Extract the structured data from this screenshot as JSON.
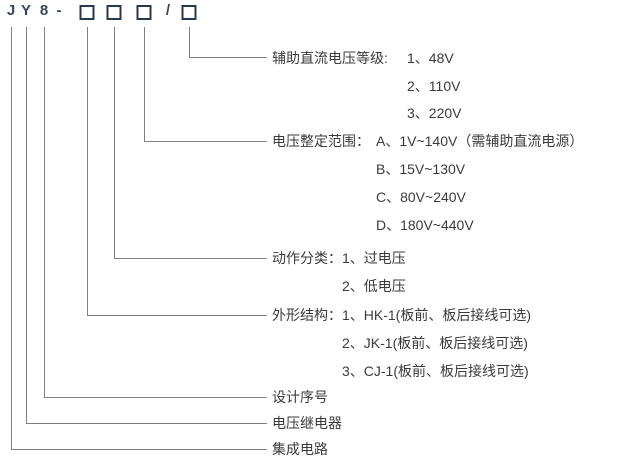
{
  "model_code": {
    "letters": [
      "J",
      "Y",
      "8",
      "-"
    ],
    "slash": "/",
    "placeholder_symbol": "□",
    "display": "JY8-□□□/□"
  },
  "sections": [
    {
      "name": "aux-dc-voltage-grade",
      "label": "辅助直流电压等级:",
      "options": [
        "1、48V",
        "2、110V",
        "3、220V"
      ]
    },
    {
      "name": "voltage-setting-range",
      "label": "电压整定范围：",
      "options": [
        "A、1V~140V（需辅助直流电源）",
        "B、15V~130V",
        "C、80V~240V",
        "D、180V~440V"
      ]
    },
    {
      "name": "action-category",
      "label": "动作分类：",
      "options": [
        "1、过电压",
        "2、低电压"
      ]
    },
    {
      "name": "outline-structure",
      "label": "外形结构：",
      "options": [
        "1、HK-1(板前、板后接线可选)",
        "2、JK-1(板前、板后接线可选)",
        "3、CJ-1(板前、板后接线可选)"
      ]
    },
    {
      "name": "design-serial-number",
      "label": "设计序号",
      "options": []
    },
    {
      "name": "voltage-relay",
      "label": "电压继电器",
      "options": []
    },
    {
      "name": "integrated-circuit",
      "label": "集成电路",
      "options": []
    }
  ],
  "colors": {
    "text": "#3b3b3b",
    "connector_line": "#7f7f7f",
    "code_text": "#37485a",
    "code_box_border": "#27394c",
    "background": "#ffffff"
  }
}
